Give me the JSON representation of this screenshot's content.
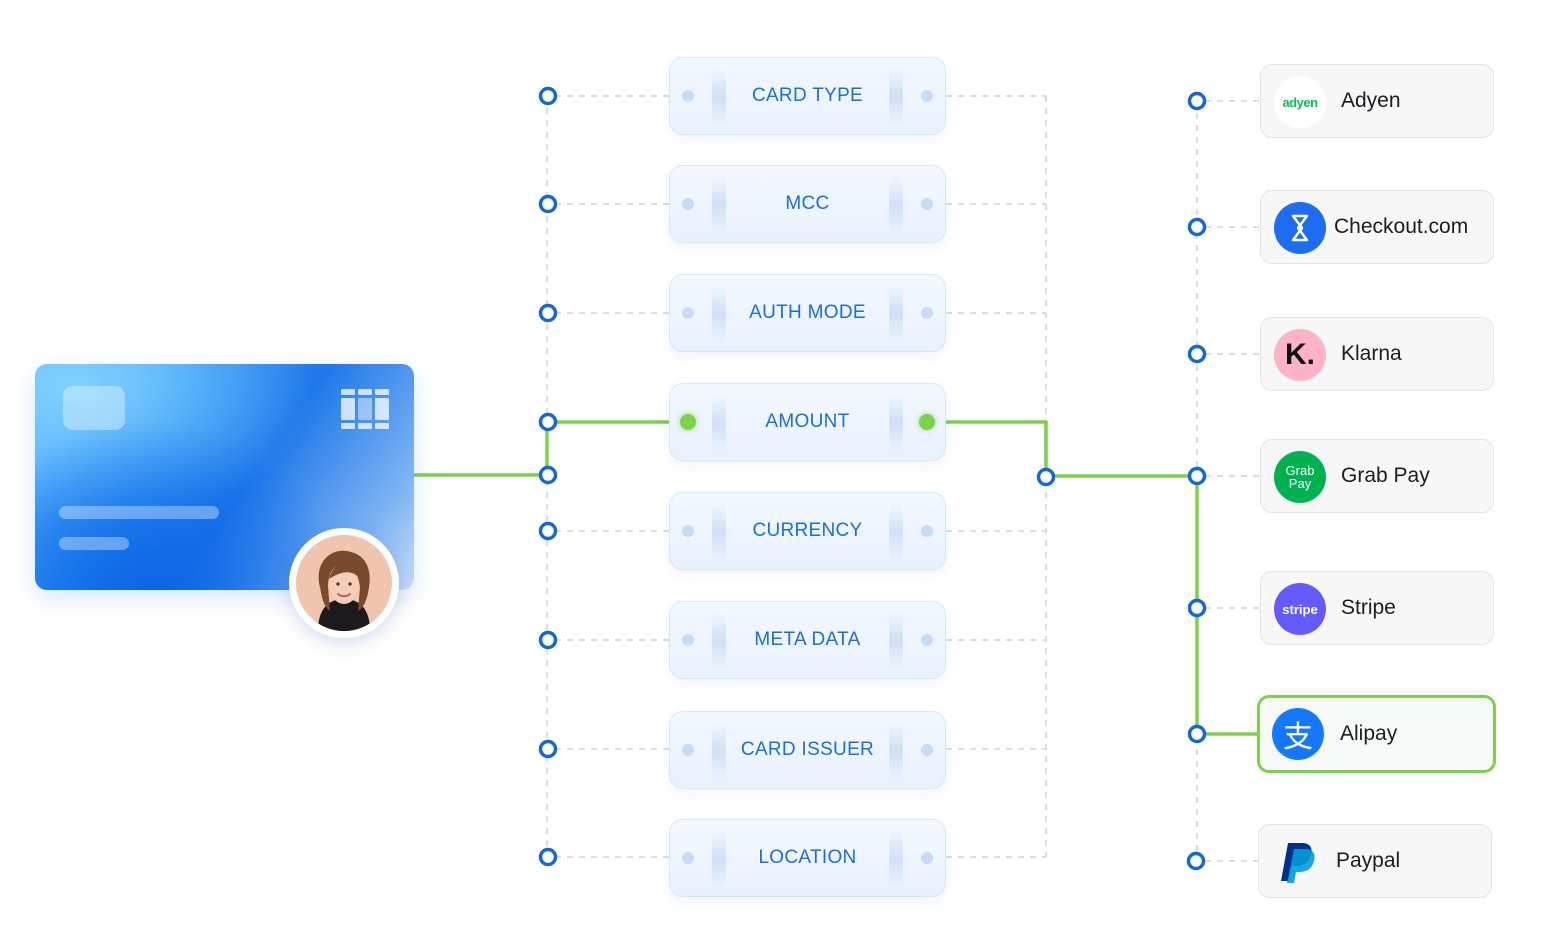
{
  "filters": [
    {
      "label": "CARD TYPE",
      "active": false
    },
    {
      "label": "MCC",
      "active": false
    },
    {
      "label": "AUTH MODE",
      "active": false
    },
    {
      "label": "AMOUNT",
      "active": true
    },
    {
      "label": "CURRENCY",
      "active": false
    },
    {
      "label": "META DATA",
      "active": false
    },
    {
      "label": "CARD ISSUER",
      "active": false
    },
    {
      "label": "LOCATION",
      "active": false
    }
  ],
  "providers": [
    {
      "name": "Adyen",
      "logo_text": "adyen",
      "icon": "adyen-logo-icon",
      "active": false
    },
    {
      "name": "Checkout.com",
      "logo_text": "",
      "icon": "checkout-logo-icon",
      "active": false
    },
    {
      "name": "Klarna",
      "logo_text": "K.",
      "icon": "klarna-logo-icon",
      "active": false
    },
    {
      "name": "Grab Pay",
      "logo_text": "Grab Pay",
      "icon": "grabpay-logo-icon",
      "active": false
    },
    {
      "name": "Stripe",
      "logo_text": "stripe",
      "icon": "stripe-logo-icon",
      "active": false
    },
    {
      "name": "Alipay",
      "logo_text": "支",
      "icon": "alipay-logo-icon",
      "active": true
    },
    {
      "name": "Paypal",
      "logo_text": "P",
      "icon": "paypal-logo-icon",
      "active": false
    }
  ],
  "colors": {
    "route": "#7cd14a",
    "node": "#1467d8",
    "dashed": "#dcdde1",
    "chip_text": "#1a6fd6",
    "adyen": "#0abf53",
    "checkout": "#1d6cf2",
    "klarna": "#ffb3c7",
    "grabpay": "#00b14f",
    "stripe": "#635bff",
    "alipay": "#1677ff",
    "paypal_dark": "#003087",
    "paypal_light": "#009cde"
  }
}
